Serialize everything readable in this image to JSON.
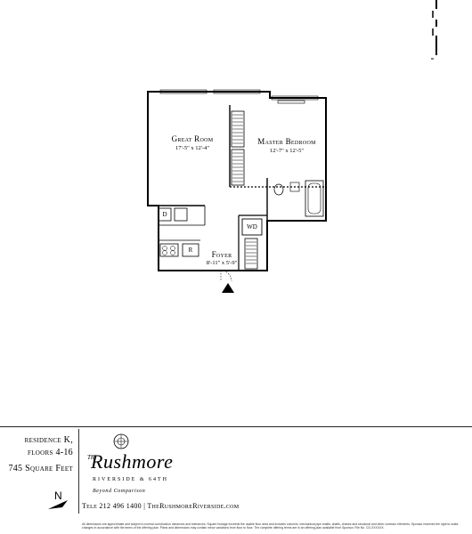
{
  "rooms": {
    "great_room": {
      "name": "Great Room",
      "dims": "17'-5\" x 12'-4\""
    },
    "master_bedroom": {
      "name": "Master Bedroom",
      "dims": "12'-7\" x 12'-5\""
    },
    "foyer": {
      "name": "Foyer",
      "dims": "8'-11\" x 5'-9\""
    }
  },
  "fixtures": {
    "dishwasher": "D",
    "refrigerator": "R",
    "washer_dryer": "WD"
  },
  "unit": {
    "residence": "residence K,",
    "floors": "floors 4-16",
    "area": "745 Square Feet"
  },
  "compass": {
    "label": "N"
  },
  "brand": {
    "the": "The",
    "name": "Rushmore",
    "location": "Riverside & 64th",
    "tagline": "Beyond Comparison"
  },
  "contact": "Tele 212 496 1400 | TheRushmoreRiverside.com",
  "disclaimer": "All dimensions are approximate and subject to normal construction variances and tolerances. Square footage exceeds the usable floor area and includes columns, mechanical pipe shafts, shafts, chases and structural and other common elements. Sponsor reserves the right to make changes in accordance with the terms of the offering plan. Plans and dimensions may contain minor variations from floor to floor. The complete offering terms are in an offering plan available from Sponsor. File No. CD-XXXXXX."
}
